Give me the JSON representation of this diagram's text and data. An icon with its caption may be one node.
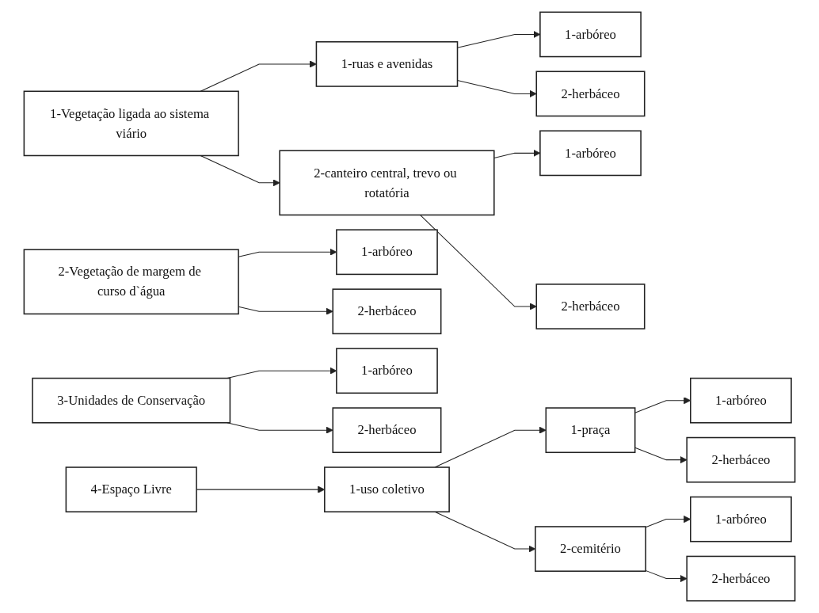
{
  "diagram": {
    "nodes": [
      {
        "text": [
          "1-Vegetação ligada ao sistema viário"
        ]
      },
      {
        "text": [
          "1-ruas e avenidas"
        ]
      },
      {
        "text": [
          "1-arbóreo"
        ]
      },
      {
        "text": [
          "2-herbáceo"
        ]
      },
      {
        "text": [
          "2-canteiro central, trevo ou rotatória"
        ]
      },
      {
        "text": [
          "1-arbóreo"
        ]
      },
      {
        "text": [
          "2-herbáceo"
        ]
      },
      {
        "text": [
          "2-Vegetação de margem de curso d`água"
        ]
      },
      {
        "text": [
          "1-arbóreo"
        ]
      },
      {
        "text": [
          "2-herbáceo"
        ]
      },
      {
        "text": [
          "3-Unidades de Conservação"
        ]
      },
      {
        "text": [
          "1-arbóreo"
        ]
      },
      {
        "text": [
          "2-herbáceo"
        ]
      },
      {
        "text": [
          "4-Espaço Livre"
        ]
      },
      {
        "text": [
          "1-uso coletivo"
        ]
      },
      {
        "text": [
          "1-praça"
        ]
      },
      {
        "text": [
          "1-arbóreo"
        ]
      },
      {
        "text": [
          "2-herbáceo"
        ]
      },
      {
        "text": [
          "2-cemitério"
        ]
      },
      {
        "text": [
          "1-arbóreo"
        ]
      },
      {
        "text": [
          "2-herbáceo"
        ]
      }
    ],
    "edges": [
      {
        "from": 0,
        "to": 1,
        "arrow": "to"
      },
      {
        "from": 1,
        "to": 2,
        "arrow": "to"
      },
      {
        "from": 1,
        "to": 3,
        "arrow": "to"
      },
      {
        "from": 0,
        "to": 4,
        "arrow": "to"
      },
      {
        "from": 4,
        "to": 5,
        "arrow": "to"
      },
      {
        "from": 4,
        "to": 6,
        "arrow": "to"
      },
      {
        "from": 7,
        "to": 8,
        "arrow": "to"
      },
      {
        "from": 7,
        "to": 9,
        "arrow": "to"
      },
      {
        "from": 10,
        "to": 11,
        "arrow": "to"
      },
      {
        "from": 10,
        "to": 12,
        "arrow": "to"
      },
      {
        "from": 13,
        "to": 14,
        "arrow": "to"
      },
      {
        "from": 14,
        "to": 15,
        "arrow": "to"
      },
      {
        "from": 15,
        "to": 16,
        "arrow": "to"
      },
      {
        "from": 15,
        "to": 17,
        "arrow": "to"
      },
      {
        "from": 14,
        "to": 18,
        "arrow": "to"
      },
      {
        "from": 18,
        "to": 19,
        "arrow": "to"
      },
      {
        "from": 18,
        "to": 20,
        "arrow": "to"
      }
    ]
  }
}
